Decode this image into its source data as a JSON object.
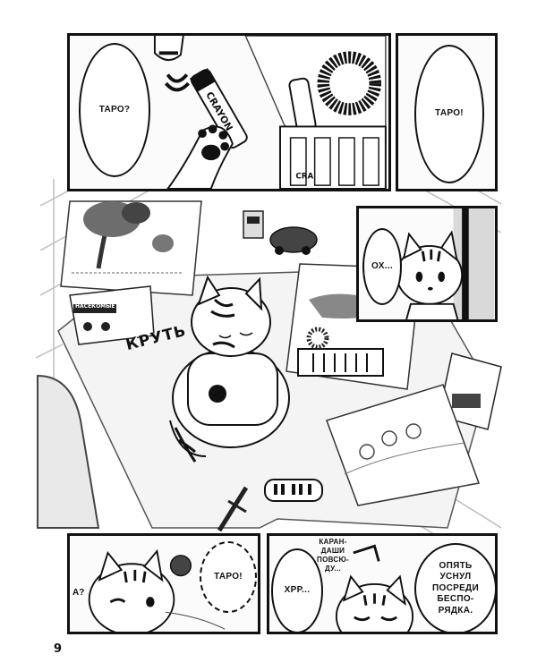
{
  "page": {
    "number": "9"
  },
  "panels": {
    "top_left": {
      "speech": "ТАРО?",
      "crayon_label": "CRAYON",
      "box_label": "CRA"
    },
    "top_right": {
      "speech": "ТАРО!"
    },
    "middle": {
      "inset_speech": "ОХ...",
      "sfx": "КРУТЬ",
      "book_title": "НАСЕКОМЫЕ"
    },
    "bottom_left": {
      "small_text": "А?",
      "speech": "ТАРО!"
    },
    "bottom_right": {
      "speech_top": "КАРАН-\nДАШИ\nПОВСЮ-\nДУ...",
      "speech_left": "ХРР...",
      "speech_right": "ОПЯТЬ\nУСНУЛ\nПОСРЕДИ\nБЕСПО-\nРЯДКА."
    }
  }
}
